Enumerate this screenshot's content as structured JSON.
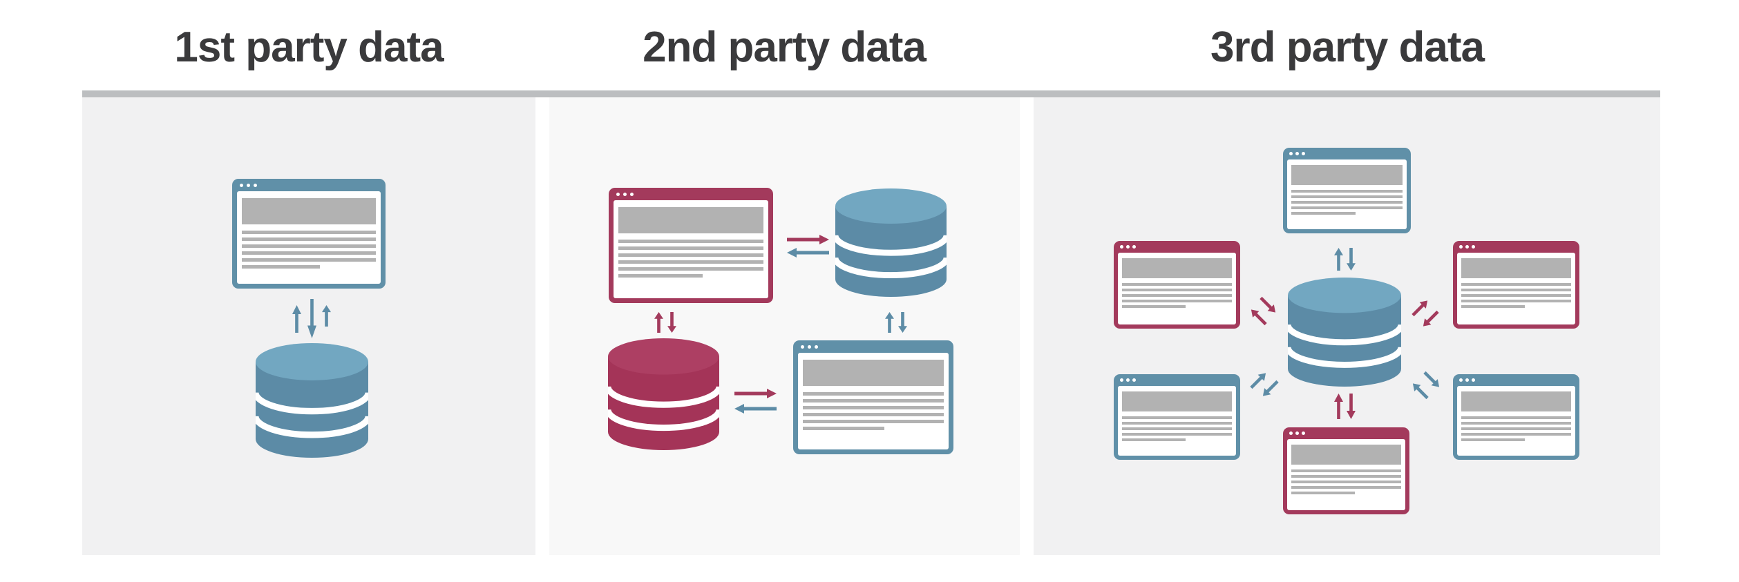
{
  "page": {
    "background": "#ffffff",
    "kind": "infographic-diagram"
  },
  "titles": [
    {
      "text": "1st party data"
    },
    {
      "text": "2nd party data"
    },
    {
      "text": "3rd party data"
    }
  ],
  "divider": {
    "color": "#bcbec0"
  },
  "colors": {
    "title_text": "#3a3a3c",
    "panel_background": "#f1f1f2",
    "panel_background_alt": "#f8f8f8",
    "blue_frame": "#6090a8",
    "blue_arrow": "#5d8ca6",
    "blue_cylinder_body": "#5c8ba6",
    "blue_cylinder_top": "#72a7c1",
    "red_frame": "#a33a5c",
    "red_arrow": "#a33a5c",
    "red_cylinder_body": "#a43458",
    "red_cylinder_top": "#ad3f63",
    "placeholder_gray": "#b2b2b2",
    "window_dots": "#ffffff"
  },
  "panels": [
    {
      "name": "first-party-data",
      "title": "1st party data",
      "icons": [
        "browser-window-blue",
        "up-down-arrows-blue",
        "database-cylinder-blue"
      ],
      "flow": "website exchanges data directly with own database (up/down arrows)"
    },
    {
      "name": "second-party-data",
      "title": "2nd party data",
      "icons": [
        "browser-window-red",
        "database-cylinder-blue",
        "database-cylinder-red",
        "browser-window-blue",
        "exchange-arrows-red-and-blue"
      ],
      "flow": "partner website and databases exchange data (paired horizontal and vertical arrows)"
    },
    {
      "name": "third-party-data",
      "title": "3rd party data",
      "icons": [
        "database-cylinder-blue-central",
        "browser-window-blue-top",
        "browser-window-red-left",
        "browser-window-red-right",
        "browser-window-blue-bottom-left",
        "browser-window-blue-bottom-right",
        "browser-window-red-bottom",
        "exchange-arrows-red-and-blue-radial"
      ],
      "flow": "many websites exchange data with a central aggregator database (radial arrows)"
    }
  ]
}
